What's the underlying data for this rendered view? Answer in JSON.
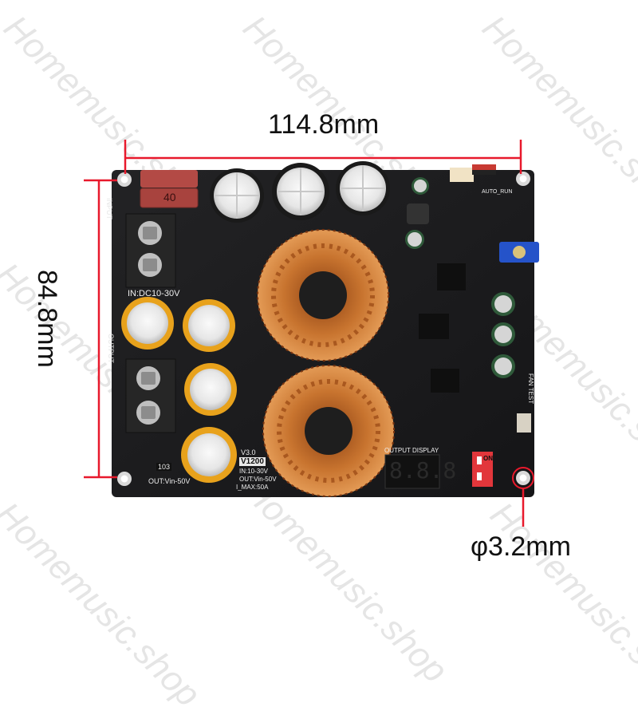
{
  "dimensions": {
    "width_label": "114.8mm",
    "height_label": "84.8mm",
    "hole_label": "φ3.2mm"
  },
  "board": {
    "input_label": "IN:DC10-30V",
    "input_header": "INPUT",
    "output_header": "OUTPUT",
    "version": "V3.0",
    "model": "V1200",
    "spec_in": "IN:10-30V",
    "spec_out": "OUT:Vin-50V",
    "spec_imax": "I_MAX:50A",
    "spec_out_bottom": "OUT:Vin-50V",
    "display_label": "OUTPUT DISPLAY",
    "display_digits": "8.8.8",
    "fan_test": "FAN TEST",
    "auto_run": "AUTO_RUN",
    "dip_on": "ON",
    "fuse_value": "40",
    "resistor_code": "103"
  },
  "watermark": {
    "text": "Homemusic.shop"
  },
  "colors": {
    "dimension_line": "#e8192c",
    "pcb": "#1c1c1e",
    "copper": "#c0692a",
    "capacitor_gold": "#e8a21c",
    "fuse": "#b34a45",
    "dip_switch": "#e2363b",
    "pot": "#2553c9"
  }
}
